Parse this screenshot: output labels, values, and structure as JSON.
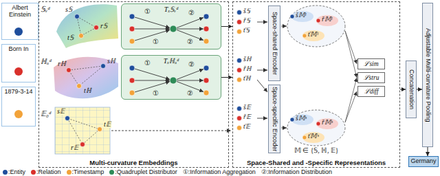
{
  "diagram": {
    "nodes": [
      {
        "text": [
          "Albert Einstein"
        ]
      },
      {
        "text": [
          "Born In"
        ]
      },
      {
        "text": [
          "1879-3-14"
        ]
      },
      {
        "text": [
          "Multi-curvature Embeddings"
        ]
      },
      {
        "text": [
          "Tₓ𝕊ᵥᵈ"
        ],
        "in": 3
      },
      {
        "text": [
          "Tₓℍᵤᵈ"
        ],
        "in": 3
      },
      {
        "text": [
          "Space-Shared and -Specific Representations"
        ]
      },
      {
        "text": [
          "Space-shared Encoder"
        ],
        "in": 6
      },
      {
        "text": [
          "Space-specific Encoder"
        ],
        "in": 6
      },
      {
        "text": [
          "ℒsim"
        ],
        "in": 6
      },
      {
        "text": [
          "ℒstru"
        ],
        "in": 6
      },
      {
        "text": [
          "ℒdiff"
        ],
        "in": 6
      },
      {
        "text": [
          "Concatenation"
        ]
      },
      {
        "text": [
          "Adjustable Multi-curvature Pooling"
        ]
      },
      {
        "text": [
          "Germany"
        ]
      }
    ],
    "edges": [
      {
        "from": 4,
        "to": 6,
        "arrow": "to"
      },
      {
        "from": 5,
        "to": 6,
        "arrow": "to"
      },
      {
        "from": 6,
        "to": 12,
        "arrow": "to"
      },
      {
        "from": 12,
        "to": 13,
        "arrow": "to"
      },
      {
        "from": 13,
        "to": 14,
        "arrow": "to"
      }
    ],
    "labels": [
      "𝕊ᵥᵈ",
      "s𝕊",
      "r𝕊",
      "t𝕊",
      "ℍᵤᵈ",
      "rℍ",
      "sℍ",
      "tℍ",
      "𝔼₀ᵈ",
      "s𝔼",
      "r𝔼",
      "t𝔼",
      "①",
      "①",
      "②",
      "②",
      "①",
      "①",
      "②",
      "②",
      "š𝕊",
      "ř𝕊",
      "ť𝕊",
      "šℍ",
      "řℍ",
      "ťℍ",
      "š𝔼",
      "ř𝔼",
      "ť𝔼",
      "š𝕄ˡ",
      "ř𝕄ˡ",
      "ť𝕄ˡ",
      "š𝕄ˢ",
      "ř𝕄ˢ",
      "ť𝕄ˢ",
      "𝕄 ∈ {𝕊, ℍ, 𝔼}",
      "①:Information Aggregation",
      "②:Information Distribution"
    ],
    "legend": [
      {
        "text": ":Entity",
        "color": "#1f4e9c"
      },
      {
        "text": ":Relation",
        "color": "#d9302b"
      },
      {
        "text": ":Timestamp",
        "color": "#f2a33a"
      },
      {
        "text": ":Quadruplet Distributor",
        "color": "#2e8b57"
      }
    ]
  }
}
